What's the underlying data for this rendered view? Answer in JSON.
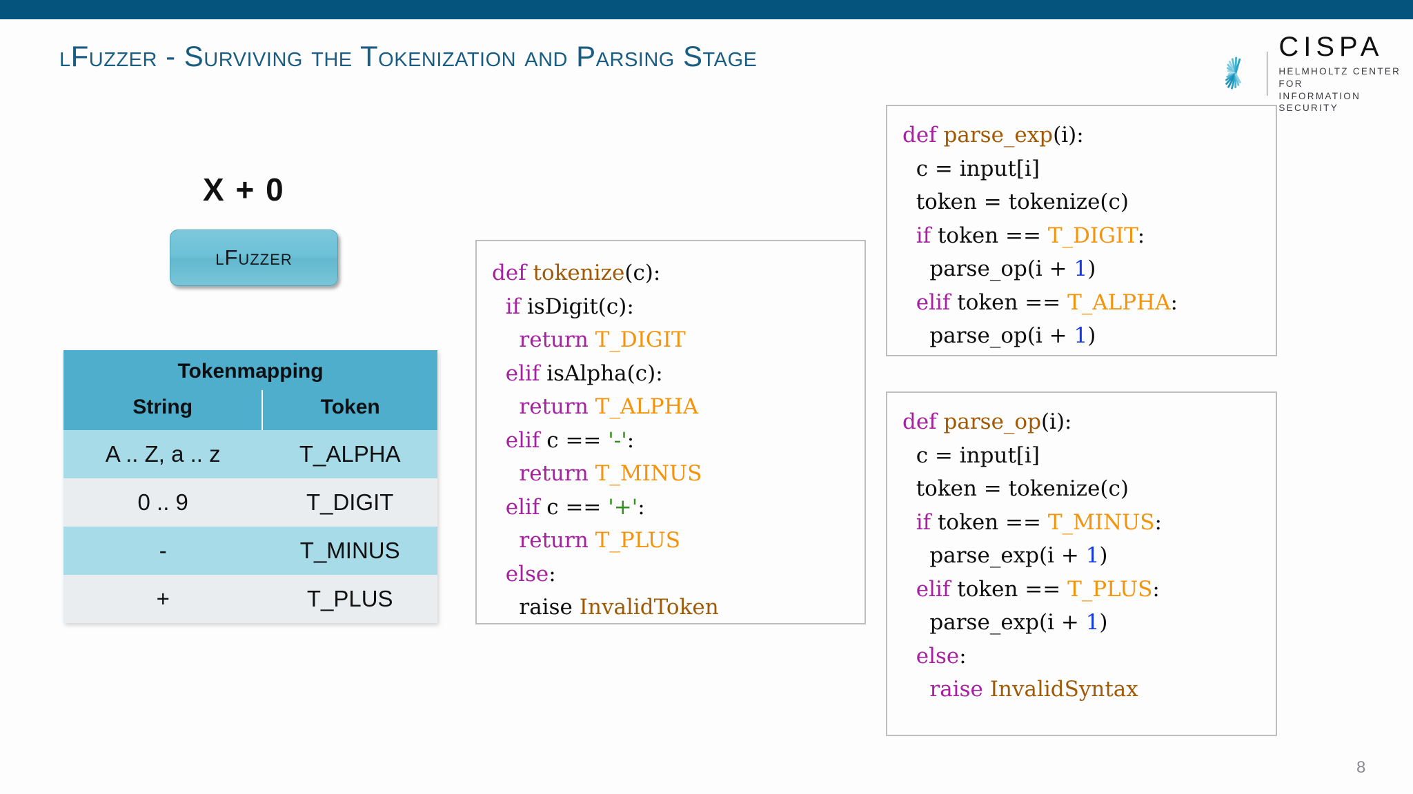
{
  "slide": {
    "title": "lFuzzer - Surviving the Tokenization and Parsing Stage",
    "page_number": "8",
    "accent_color": "#04547e",
    "title_color": "#1a5d82"
  },
  "logo": {
    "name": "CISPA",
    "subtitle_line1": "HELMHOLTZ CENTER FOR",
    "subtitle_line2": "INFORMATION SECURITY",
    "mark_icon": "cispa-c-dashes-icon"
  },
  "pipeline": {
    "input_expression": "X + 0",
    "tool_button_label": "lFuzzer"
  },
  "token_table": {
    "caption": "Tokenmapping",
    "columns": [
      "String",
      "Token"
    ],
    "rows": [
      {
        "string": "A .. Z, a .. z",
        "token": "T_ALPHA"
      },
      {
        "string": "0 .. 9",
        "token": "T_DIGIT"
      },
      {
        "string": "-",
        "token": "T_MINUS"
      },
      {
        "string": "+",
        "token": "T_PLUS"
      }
    ]
  },
  "code_blocks": {
    "tokenize": {
      "name": "tokenize",
      "lines": [
        [
          {
            "t": "def ",
            "c": "k"
          },
          {
            "t": "tokenize",
            "c": "fn"
          },
          {
            "t": "(c):",
            "c": "pl"
          }
        ],
        [
          {
            "t": "  ",
            "c": "pl"
          },
          {
            "t": "if ",
            "c": "k"
          },
          {
            "t": "isDigit(c):",
            "c": "pl"
          }
        ],
        [
          {
            "t": "    ",
            "c": "pl"
          },
          {
            "t": "return ",
            "c": "k"
          },
          {
            "t": "T_DIGIT",
            "c": "tk"
          }
        ],
        [
          {
            "t": "  ",
            "c": "pl"
          },
          {
            "t": "elif ",
            "c": "k"
          },
          {
            "t": "isAlpha(c):",
            "c": "pl"
          }
        ],
        [
          {
            "t": "    ",
            "c": "pl"
          },
          {
            "t": "return ",
            "c": "k"
          },
          {
            "t": "T_ALPHA",
            "c": "tk"
          }
        ],
        [
          {
            "t": "  ",
            "c": "pl"
          },
          {
            "t": "elif ",
            "c": "k"
          },
          {
            "t": "c == ",
            "c": "pl"
          },
          {
            "t": "'-'",
            "c": "st"
          },
          {
            "t": ":",
            "c": "pl"
          }
        ],
        [
          {
            "t": "    ",
            "c": "pl"
          },
          {
            "t": "return ",
            "c": "k"
          },
          {
            "t": "T_MINUS",
            "c": "tk"
          }
        ],
        [
          {
            "t": "  ",
            "c": "pl"
          },
          {
            "t": "elif ",
            "c": "k"
          },
          {
            "t": "c == ",
            "c": "pl"
          },
          {
            "t": "'+'",
            "c": "st"
          },
          {
            "t": ":",
            "c": "pl"
          }
        ],
        [
          {
            "t": "    ",
            "c": "pl"
          },
          {
            "t": "return ",
            "c": "k"
          },
          {
            "t": "T_PLUS",
            "c": "tk"
          }
        ],
        [
          {
            "t": "  ",
            "c": "pl"
          },
          {
            "t": "else",
            "c": "k"
          },
          {
            "t": ":",
            "c": "pl"
          }
        ],
        [
          {
            "t": "    ",
            "c": "pl"
          },
          {
            "t": "raise ",
            "c": "pl"
          },
          {
            "t": "InvalidToken",
            "c": "fn"
          }
        ]
      ]
    },
    "parse_exp": {
      "name": "parse_exp",
      "lines": [
        [
          {
            "t": "def ",
            "c": "k"
          },
          {
            "t": "parse_exp",
            "c": "fn"
          },
          {
            "t": "(i):",
            "c": "pl"
          }
        ],
        [
          {
            "t": "  c = input[i]",
            "c": "pl"
          }
        ],
        [
          {
            "t": "  token = tokenize(c)",
            "c": "pl"
          }
        ],
        [
          {
            "t": "  ",
            "c": "pl"
          },
          {
            "t": "if ",
            "c": "k"
          },
          {
            "t": "token == ",
            "c": "pl"
          },
          {
            "t": "T_DIGIT",
            "c": "tk"
          },
          {
            "t": ":",
            "c": "pl"
          }
        ],
        [
          {
            "t": "    parse_op(i + ",
            "c": "pl"
          },
          {
            "t": "1",
            "c": "nm"
          },
          {
            "t": ")",
            "c": "pl"
          }
        ],
        [
          {
            "t": "  ",
            "c": "pl"
          },
          {
            "t": "elif ",
            "c": "k"
          },
          {
            "t": "token == ",
            "c": "pl"
          },
          {
            "t": "T_ALPHA",
            "c": "tk"
          },
          {
            "t": ":",
            "c": "pl"
          }
        ],
        [
          {
            "t": "    parse_op(i + ",
            "c": "pl"
          },
          {
            "t": "1",
            "c": "nm"
          },
          {
            "t": ")",
            "c": "pl"
          }
        ]
      ]
    },
    "parse_op": {
      "name": "parse_op",
      "lines": [
        [
          {
            "t": "def ",
            "c": "k"
          },
          {
            "t": "parse_op",
            "c": "fn"
          },
          {
            "t": "(i):",
            "c": "pl"
          }
        ],
        [
          {
            "t": "  c = input[i]",
            "c": "pl"
          }
        ],
        [
          {
            "t": "  token = tokenize(c)",
            "c": "pl"
          }
        ],
        [
          {
            "t": "  ",
            "c": "pl"
          },
          {
            "t": "if ",
            "c": "k"
          },
          {
            "t": "token == ",
            "c": "pl"
          },
          {
            "t": "T_MINUS",
            "c": "tk"
          },
          {
            "t": ":",
            "c": "pl"
          }
        ],
        [
          {
            "t": "    parse_exp(i + ",
            "c": "pl"
          },
          {
            "t": "1",
            "c": "nm"
          },
          {
            "t": ")",
            "c": "pl"
          }
        ],
        [
          {
            "t": "  ",
            "c": "pl"
          },
          {
            "t": "elif ",
            "c": "k"
          },
          {
            "t": "token == ",
            "c": "pl"
          },
          {
            "t": "T_PLUS",
            "c": "tk"
          },
          {
            "t": ":",
            "c": "pl"
          }
        ],
        [
          {
            "t": "    parse_exp(i + ",
            "c": "pl"
          },
          {
            "t": "1",
            "c": "nm"
          },
          {
            "t": ")",
            "c": "pl"
          }
        ],
        [
          {
            "t": "  ",
            "c": "pl"
          },
          {
            "t": "else",
            "c": "k"
          },
          {
            "t": ":",
            "c": "pl"
          }
        ],
        [
          {
            "t": "    ",
            "c": "pl"
          },
          {
            "t": "raise ",
            "c": "k"
          },
          {
            "t": "InvalidSyntax",
            "c": "fn"
          }
        ]
      ]
    }
  },
  "syntax_colors": {
    "keyword": "#a521a0",
    "function": "#a05a05",
    "token": "#f4930c",
    "string": "#2f8f18",
    "number": "#1338e8",
    "plain": "#0d0d0d"
  }
}
